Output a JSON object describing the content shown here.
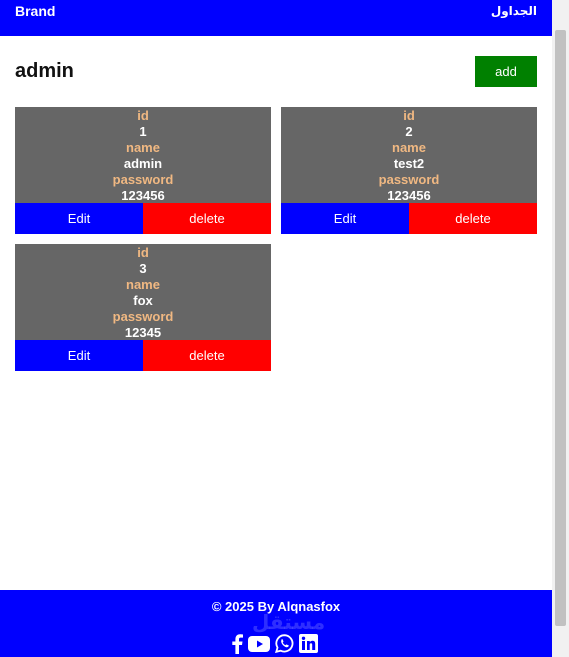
{
  "navbar": {
    "brand": "Brand",
    "link": "الجداول"
  },
  "page_title": "admin",
  "add_label": "add",
  "cards": [
    {
      "id_label": "id",
      "id": "1",
      "name_label": "name",
      "name": "admin",
      "password_label": "password",
      "password": "123456",
      "edit_label": "Edit",
      "delete_label": "delete"
    },
    {
      "id_label": "id",
      "id": "2",
      "name_label": "name",
      "name": "test2",
      "password_label": "password",
      "password": "123456",
      "edit_label": "Edit",
      "delete_label": "delete"
    },
    {
      "id_label": "id",
      "id": "3",
      "name_label": "name",
      "name": "fox",
      "password_label": "password",
      "password": "12345",
      "edit_label": "Edit",
      "delete_label": "delete"
    }
  ],
  "footer": {
    "copyright": "© 2025 By Alqnasfox",
    "social_icons": [
      "facebook-icon",
      "youtube-icon",
      "whatsapp-icon",
      "linkedin-icon"
    ],
    "watermark": "مستقل"
  },
  "colors": {
    "primary": "#0000ff",
    "success": "#008000",
    "danger": "#ff0000",
    "card": "#666666",
    "label": "#f0b882"
  }
}
